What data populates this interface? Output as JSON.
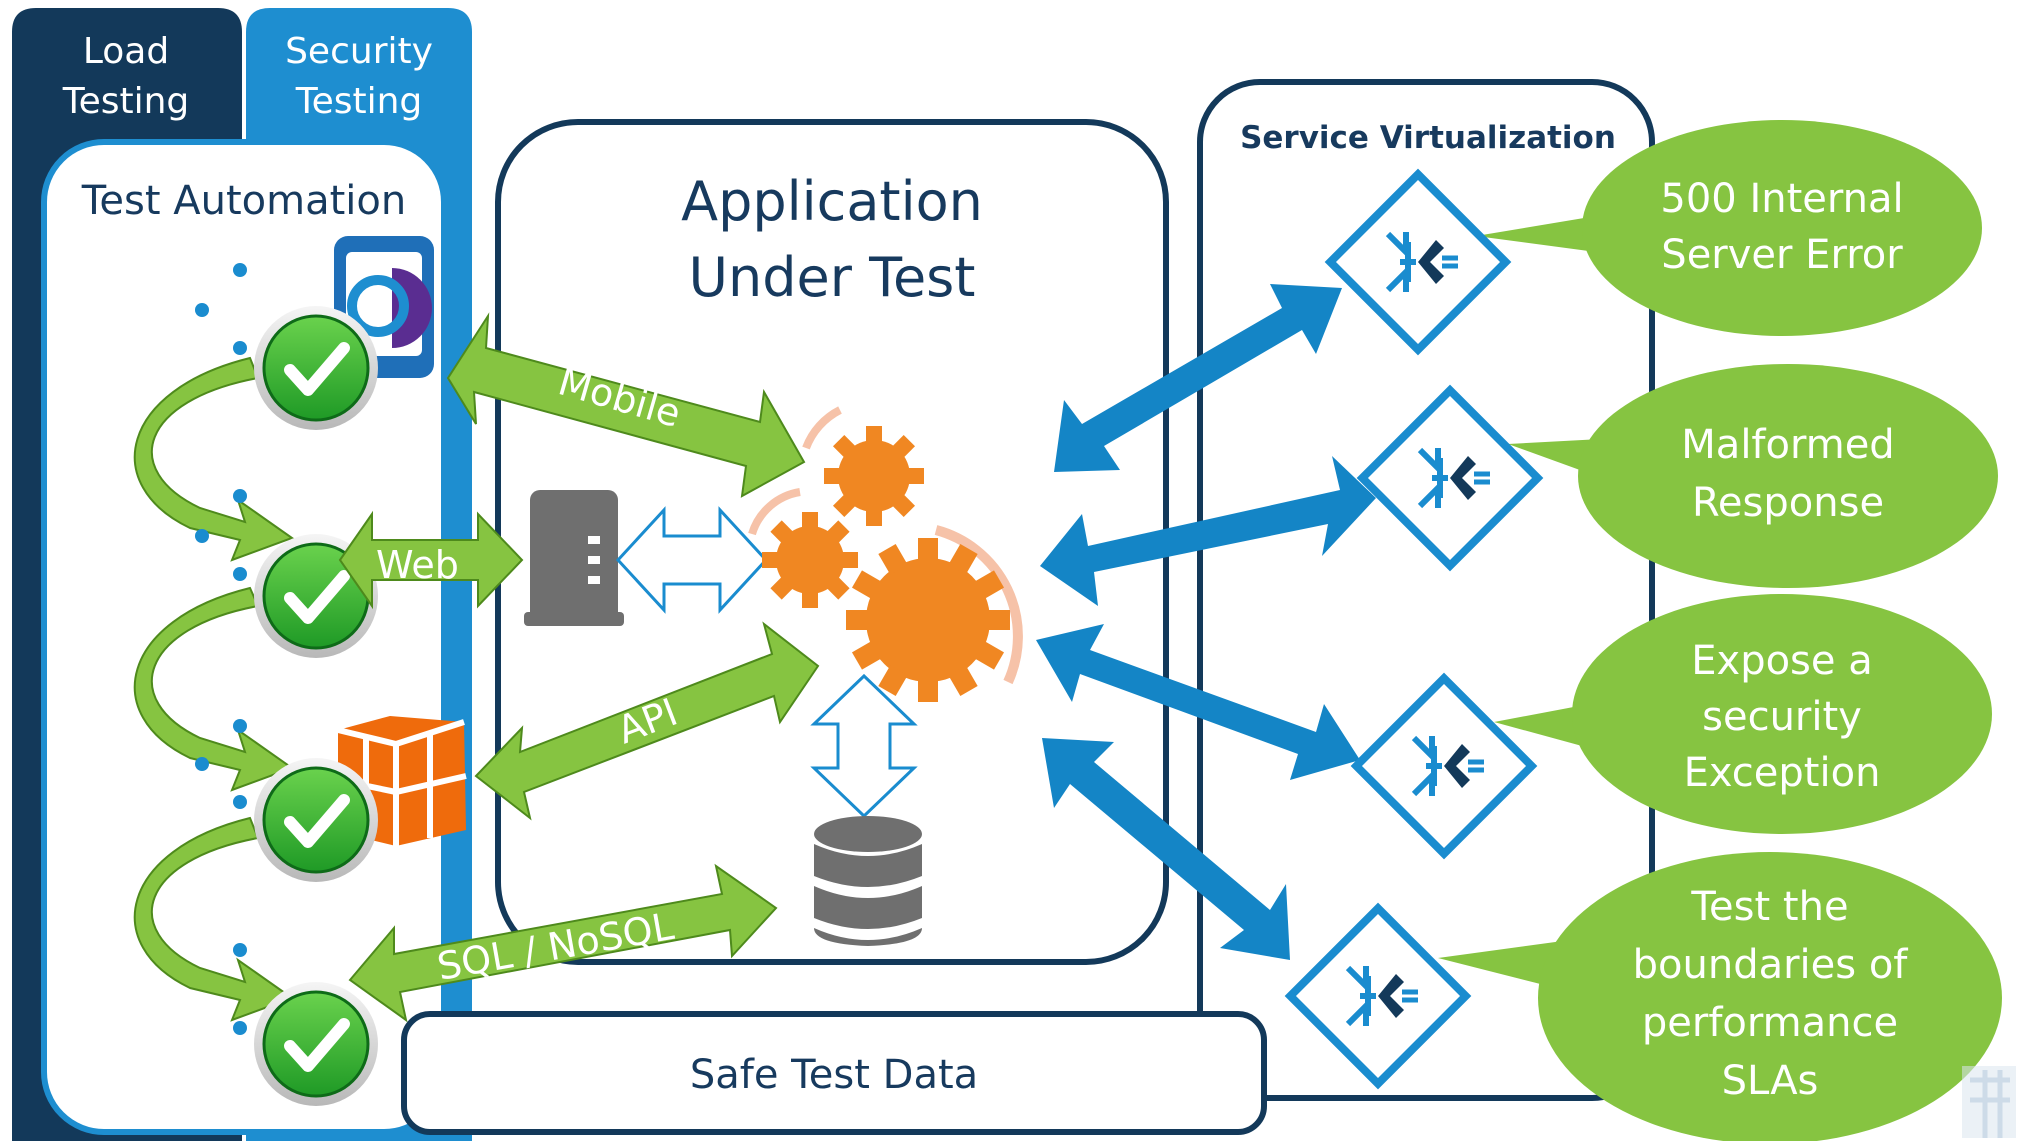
{
  "tabs": {
    "load": "Load Testing",
    "security": "Security Testing"
  },
  "test_automation": {
    "title": "Test Automation"
  },
  "aut": {
    "title_line1": "Application",
    "title_line2": "Under Test"
  },
  "channels": {
    "mobile": "Mobile",
    "web": "Web",
    "api": "API",
    "sql": "SQL / NoSQL"
  },
  "service_virtualization": {
    "title": "Service Virtualization"
  },
  "bubbles": {
    "b1": [
      "500 Internal",
      "Server Error"
    ],
    "b2": [
      "Malformed",
      "Response"
    ],
    "b3": [
      "Expose a",
      "security",
      "Exception"
    ],
    "b4": [
      "Test the",
      "boundaries of",
      "performance",
      "SLAs"
    ]
  },
  "safe_data": {
    "label": "Safe Test Data"
  },
  "colors": {
    "navy": "#13395a",
    "security_blue": "#1e8ed0",
    "arrow_blue": "#1485c6",
    "green": "#86c441",
    "orange": "#f08722",
    "gray": "#6f6f6f",
    "text_blue": "#173a5e"
  },
  "icons": {
    "check": "check-circle-icon",
    "gear": "gear-icon",
    "server": "server-icon",
    "database": "database-icon",
    "virtual_service": "virtual-service-icon",
    "mobile": "mobile-device-icon",
    "cube": "cube-icon"
  }
}
